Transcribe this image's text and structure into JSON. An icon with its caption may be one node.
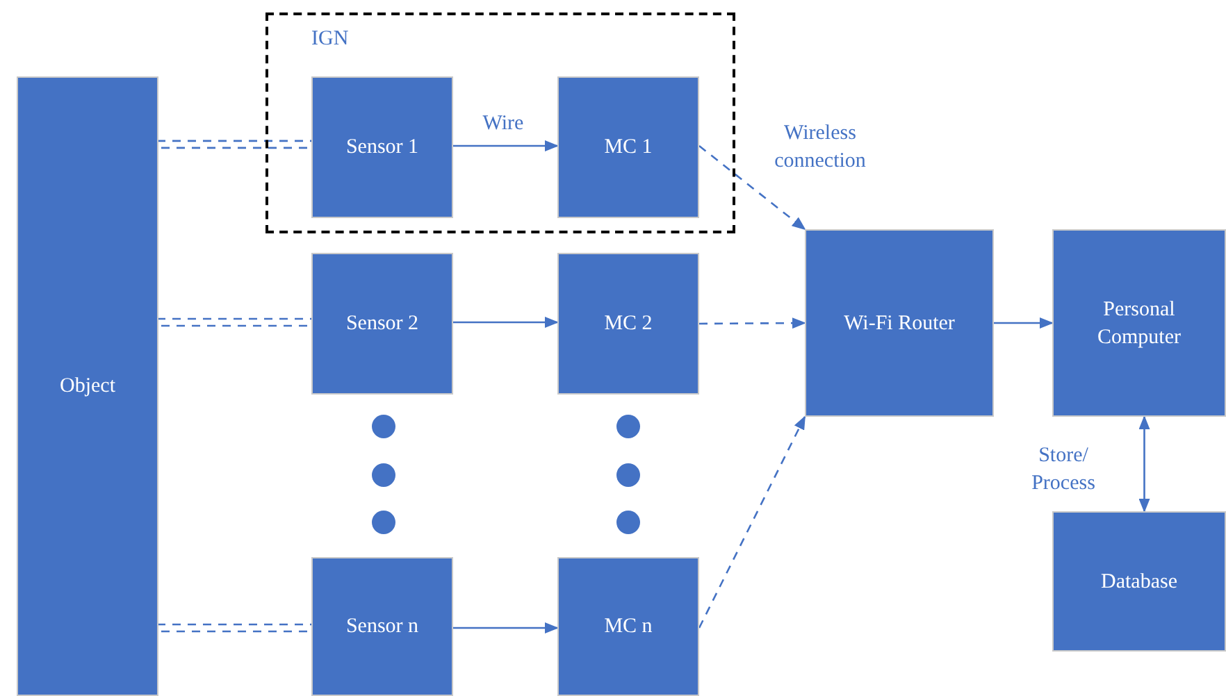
{
  "diagram": {
    "nodes": [
      {
        "text": [
          "Object"
        ]
      },
      {
        "text": [
          "IGN"
        ]
      },
      {
        "text": [
          "Sensor 1"
        ],
        "in": 1
      },
      {
        "text": [
          "MC 1"
        ],
        "in": 1
      },
      {
        "text": [
          "Sensor 2"
        ]
      },
      {
        "text": [
          "MC 2"
        ]
      },
      {
        "text": [
          "Sensor n"
        ]
      },
      {
        "text": [
          "MC n"
        ]
      },
      {
        "text": [
          "Wi-Fi Router"
        ]
      },
      {
        "text": [
          "Personal Computer"
        ]
      },
      {
        "text": [
          "Database"
        ]
      }
    ],
    "edges": [
      {
        "from": 0,
        "to": 2,
        "arrow": "none",
        "style": "dashed"
      },
      {
        "from": 0,
        "to": 4,
        "arrow": "none",
        "style": "dashed"
      },
      {
        "from": 0,
        "to": 6,
        "arrow": "none",
        "style": "dashed"
      },
      {
        "from": 2,
        "to": 3,
        "arrow": "to",
        "label": "Wire"
      },
      {
        "from": 4,
        "to": 5,
        "arrow": "to"
      },
      {
        "from": 6,
        "to": 7,
        "arrow": "to"
      },
      {
        "from": 3,
        "to": 8,
        "arrow": "to",
        "style": "dashed",
        "label": "Wireless connection"
      },
      {
        "from": 5,
        "to": 8,
        "arrow": "to",
        "style": "dashed"
      },
      {
        "from": 7,
        "to": 8,
        "arrow": "to",
        "style": "dashed"
      },
      {
        "from": 8,
        "to": 9,
        "arrow": "to"
      },
      {
        "from": 9,
        "to": 10,
        "arrow": "both",
        "label": "Store/ Process"
      }
    ]
  }
}
